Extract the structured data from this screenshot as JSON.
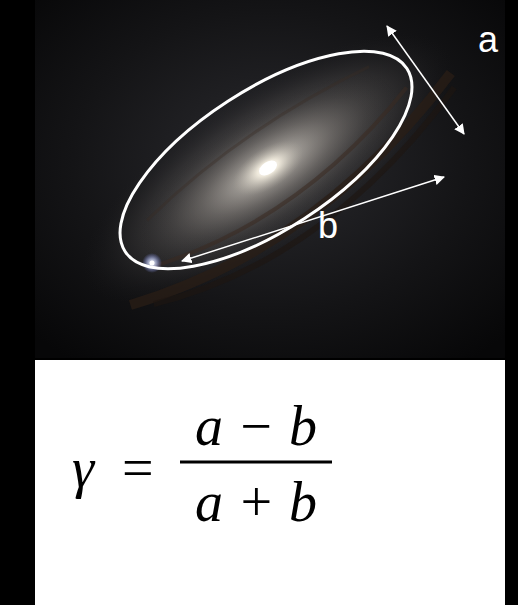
{
  "diagram": {
    "labels": [
      "a",
      "b",
      "γ",
      "=",
      "a − b",
      "a + b"
    ]
  }
}
